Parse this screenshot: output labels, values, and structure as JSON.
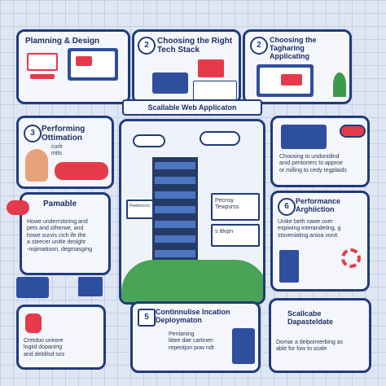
{
  "banner": {
    "text": "Scallable Web Applicaton"
  },
  "panels": {
    "planning": {
      "title": "Plamning & Design"
    },
    "tech": {
      "num": "2",
      "title": "Choosing the Right\nTech Stack"
    },
    "choose": {
      "num": "2",
      "title": "Choosing the Tagharing\nApplicating"
    },
    "perf": {
      "num": "3",
      "title": "Performing\nOttimation"
    },
    "pamable": {
      "title": "Pamable",
      "body": "Howe underrstoring and\npets and otherwe, and\nhowe survis cich ife the\na steecer unitle desighr\n-nojimatioon, degmasging"
    },
    "choosing_right": {
      "body": "Choosing to undonidind\nanid pentoners to approe\nor milling to cedy regplaids"
    },
    "arch": {
      "num": "6",
      "title": "Performance\nArghiiction",
      "body": "Unike beth nawe over\nexpiwing interandeting, g\nstoveniating anioa vonit"
    },
    "ci": {
      "num": "5",
      "title": "Continnulise Incation\nDeploymaton",
      "body": "Pentaning\nliitee dae cartinen\nrepeotjon pow ndt"
    },
    "scale": {
      "title": "Scallcabe\nDapasteldate",
      "body": "Domar a delpoimerbing as\nable for fow to scale"
    },
    "bottomleft": {
      "body": "Cretdoo unirore\nlogiid dopaning\nand deldilsd sos"
    }
  },
  "tower_side_texts": [
    "Pecnsy Tewpsrss",
    "s ttlvpn",
    "Peeteeccrs"
  ],
  "car_label": "curit\nmits",
  "colors": {
    "accent": "#e53a4a",
    "navy": "#1f3b7a",
    "blue": "#2e4e9e"
  }
}
